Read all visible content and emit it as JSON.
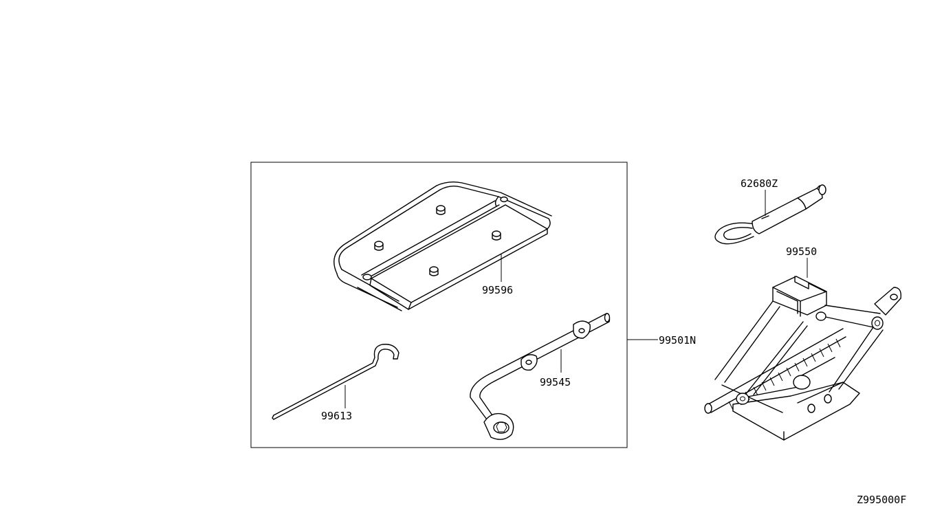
{
  "labels": {
    "p99596": "99596",
    "p99613": "99613",
    "p99545": "99545",
    "p99501n": "99501N",
    "p62680z": "62680Z",
    "p99550": "99550"
  },
  "diagram_code": "Z995000F"
}
